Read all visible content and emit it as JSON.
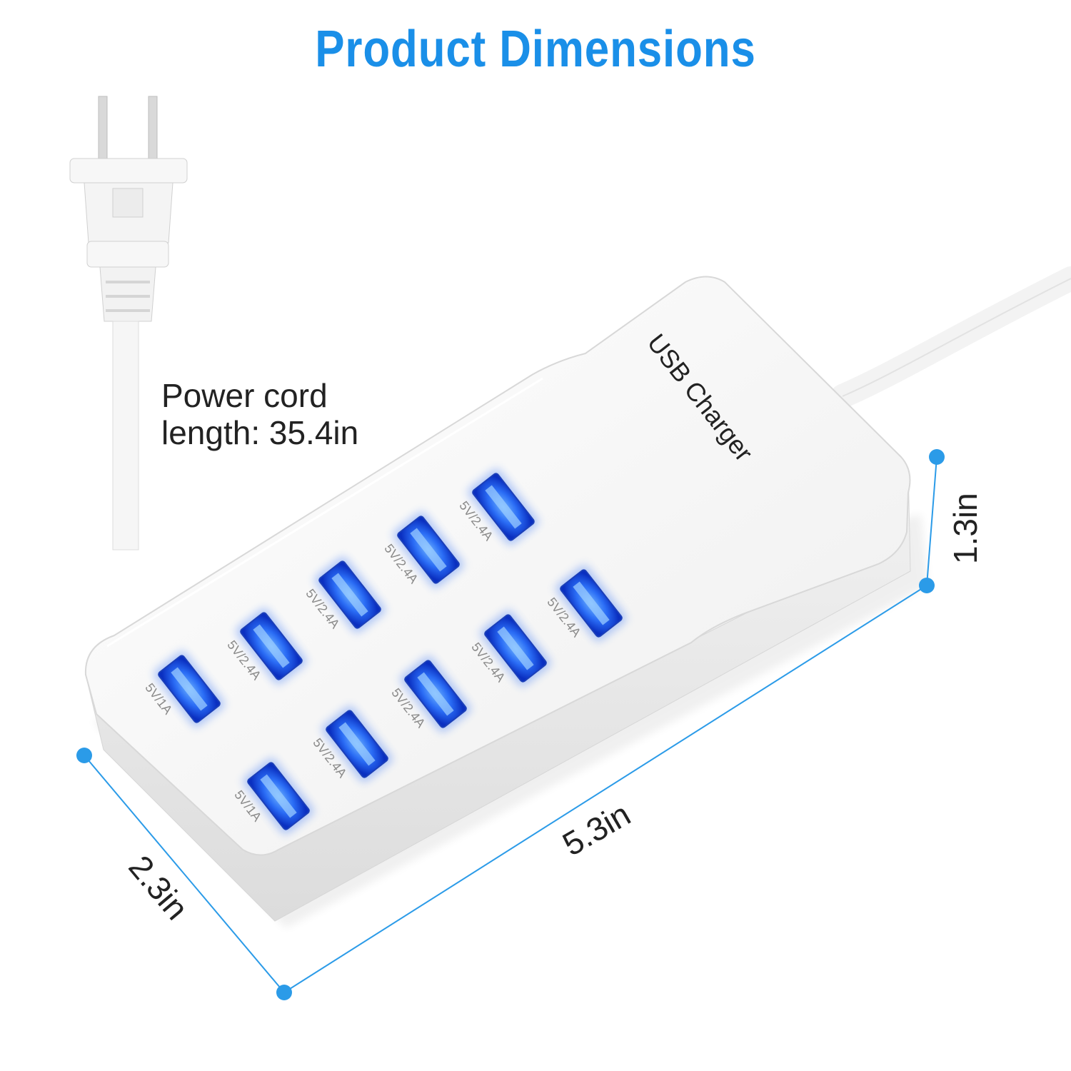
{
  "title": "Product Dimensions",
  "colors": {
    "title": "#1a8fe8",
    "dimension_line": "#2b9be8",
    "port_glow": "#2a6cf5"
  },
  "cord": {
    "line1": "Power cord",
    "line2": "length: 35.4in"
  },
  "product_label": "USB Charger",
  "dimensions": {
    "height": "1.3in",
    "length": "5.3in",
    "width": "2.3in"
  },
  "ports": [
    "5V/1A",
    "5V/2.4A",
    "5V/2.4A",
    "5V/2.4A",
    "5V/2.4A",
    "5V/1A",
    "5V/2.4A",
    "5V/2.4A",
    "5V/2.4A",
    "5V/2.4A"
  ]
}
